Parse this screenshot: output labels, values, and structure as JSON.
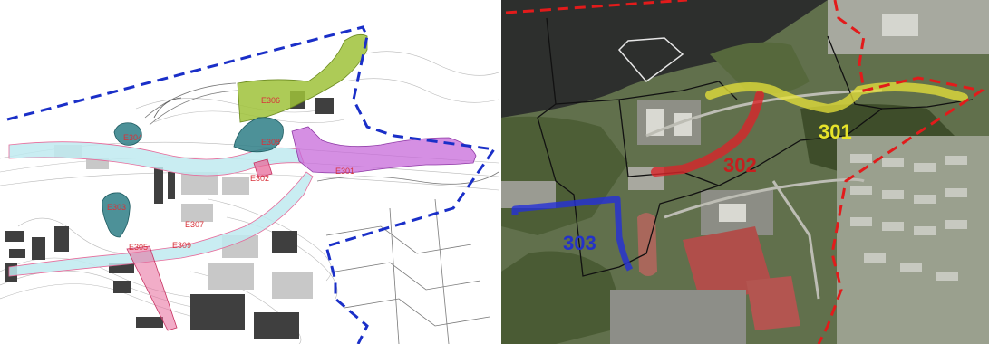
{
  "left_map": {
    "zone_labels": [
      "E306",
      "E304",
      "E308",
      "E302",
      "E301",
      "E303",
      "E307",
      "E305",
      "E309"
    ]
  },
  "right_map": {
    "route_labels": [
      "301",
      "302",
      "303"
    ]
  },
  "colors": {
    "boundary_blue": "#1a2fc8",
    "boundary_red": "#e21b1b",
    "zone_green": "#9fc23a",
    "zone_teal": "#2e7e86",
    "zone_purple": "#c76ad9",
    "zone_cyan": "#bfeaf0",
    "zone_pink": "#e76a9a",
    "route_yellow": "#e8e33a",
    "route_red": "#d8262a",
    "route_blue": "#2430d8",
    "label_yellow": "#e7e32a",
    "label_red": "#c81e1e",
    "label_blue": "#2432c8"
  }
}
